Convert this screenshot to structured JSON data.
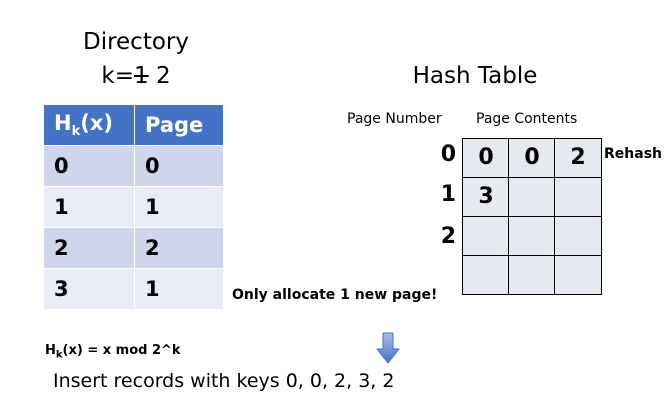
{
  "directory": {
    "title": "Directory",
    "k_prefix": "k=",
    "k_old": "1",
    "k_new": " 2",
    "header_hash_base": "H",
    "header_hash_sub": "k",
    "header_hash_arg": "(x)",
    "header_page": "Page",
    "rows": [
      {
        "hash": "0",
        "page": "0"
      },
      {
        "hash": "1",
        "page": "1"
      },
      {
        "hash": "2",
        "page": "2"
      },
      {
        "hash": "3",
        "page": "1"
      }
    ],
    "header_color": "#4472c4",
    "row_color_a": "#cfd5ea",
    "row_color_b": "#e9ebf5"
  },
  "hash_table": {
    "title": "Hash Table",
    "col_page_number": "Page Number",
    "col_page_contents": "Page Contents",
    "rows": [
      {
        "page": "0",
        "cells": [
          "0",
          "0",
          "2"
        ]
      },
      {
        "page": "1",
        "cells": [
          "3",
          "",
          ""
        ]
      },
      {
        "page": "2",
        "cells": [
          "",
          "",
          ""
        ]
      },
      {
        "page": "",
        "cells": [
          "",
          "",
          ""
        ]
      }
    ],
    "rehash_label": "Rehash"
  },
  "note_allocate": "Only allocate 1 new page!",
  "formula": {
    "base": "H",
    "sub": "k",
    "rest": "(x) = x mod 2^k"
  },
  "instruction": "Insert records with keys 0, 0, 2, 3, 2",
  "arrow_icon": "down-arrow-icon",
  "arrow_color": "#4472c4"
}
